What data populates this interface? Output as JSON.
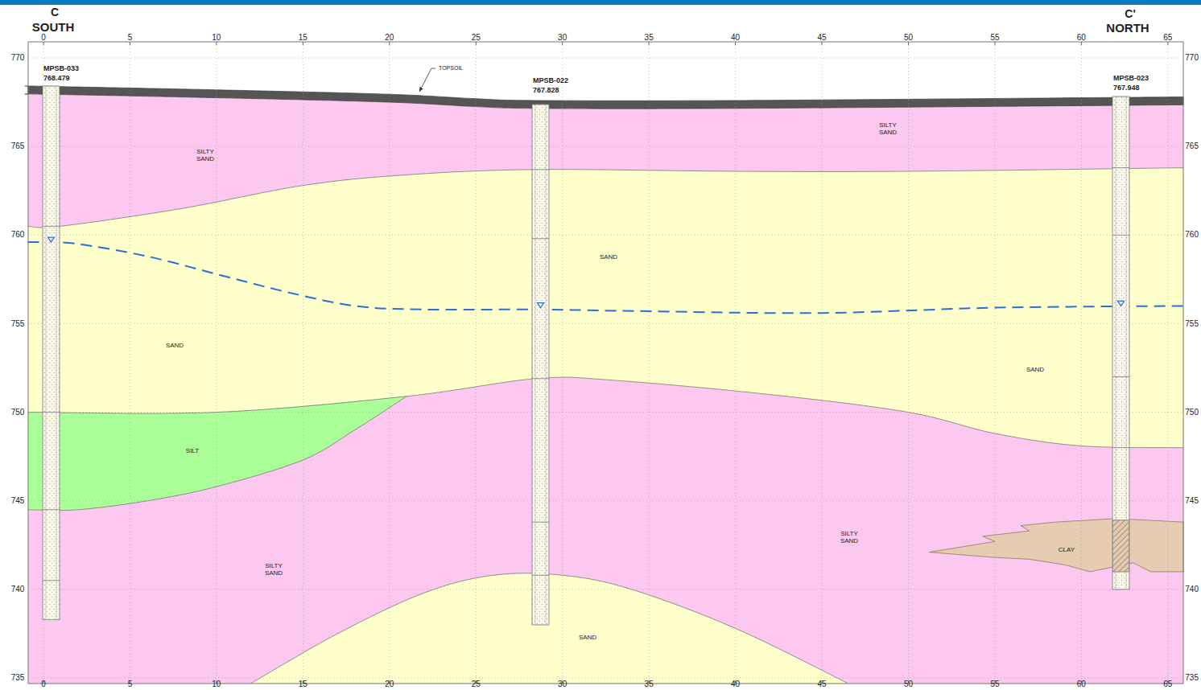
{
  "diagram": {
    "labels": [
      "C",
      "SOUTH",
      "C'",
      "NORTH",
      "0",
      "5",
      "10",
      "15",
      "20",
      "25",
      "30",
      "35",
      "40",
      "45",
      "50",
      "55",
      "60",
      "65",
      "0",
      "5",
      "10",
      "15",
      "20",
      "25",
      "30",
      "35",
      "40",
      "45",
      "50",
      "55",
      "60",
      "65",
      "770",
      "765",
      "760",
      "755",
      "750",
      "745",
      "740",
      "735",
      "770",
      "765",
      "760",
      "755",
      "750",
      "745",
      "740",
      "735",
      "MPSB-033",
      "768.479",
      "MPSB-022",
      "767.828",
      "MPSB-023",
      "767.948",
      "TOPSOIL",
      "SILTY SAND",
      "SILTY SAND",
      "SAND",
      "SAND",
      "SAND",
      "SILT",
      "SILTY SAND",
      "SILTY SAND",
      "CLAY",
      "SAND"
    ]
  }
}
